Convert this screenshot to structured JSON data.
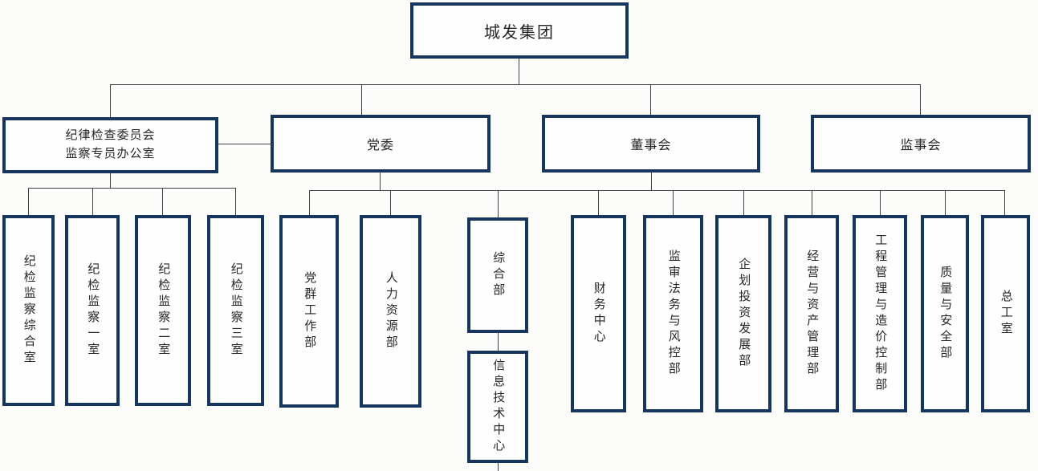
{
  "org_chart": {
    "title": "城发集团",
    "colors": {
      "box_border": "#17365d",
      "box_fill": "#fefefe",
      "text_color": "#262626",
      "connector": "#404040",
      "background": "#fcfcfb"
    },
    "root": {
      "label": "城发集团"
    },
    "level2": [
      {
        "label_line1": "纪律检查委员会",
        "label_line2": "监察专员办公室"
      },
      {
        "label": "党委"
      },
      {
        "label": "董事会"
      },
      {
        "label": "监事会"
      }
    ],
    "discipline_offices": [
      {
        "label": "纪检监察综合室"
      },
      {
        "label": "纪检监察一室"
      },
      {
        "label": "纪检监察二室"
      },
      {
        "label": "纪检监察三室"
      }
    ],
    "departments": [
      {
        "label": "党群工作部"
      },
      {
        "label": "人力资源部"
      },
      {
        "label": "综合部"
      },
      {
        "label": "财务中心"
      },
      {
        "label": "监审法务与风控部"
      },
      {
        "label": "企划投资发展部"
      },
      {
        "label": "经营与资产管理部"
      },
      {
        "label": "工程管理与造价控制部"
      },
      {
        "label": "质量与安全部"
      },
      {
        "label": "总工室"
      }
    ],
    "sub_departments": [
      {
        "label": "信息技术中心",
        "parent": "综合部"
      }
    ]
  }
}
